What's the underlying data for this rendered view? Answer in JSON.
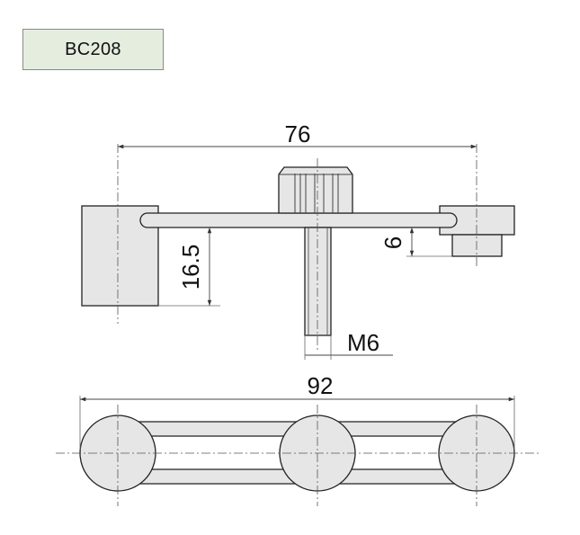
{
  "part_label": "BC208",
  "dimensions": {
    "overall_width_top": "76",
    "overall_width_bottom": "92",
    "height": "16.5",
    "offset": "6",
    "thread": "M6"
  },
  "colors": {
    "badge_fill": "#e5eddf",
    "part_fill": "#e6e6e6",
    "line": "#222222"
  }
}
